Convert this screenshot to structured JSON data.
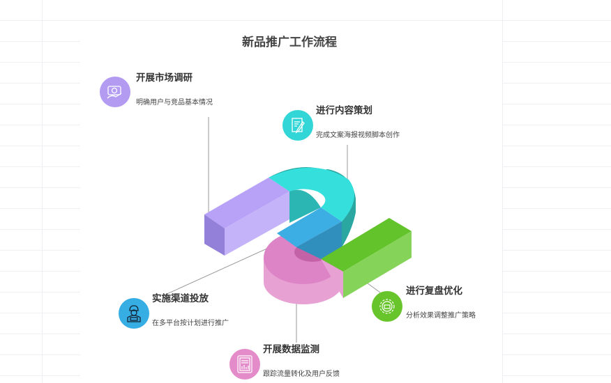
{
  "title": "新品推广工作流程",
  "steps": [
    {
      "title": "开展市场调研",
      "desc": "明确用户与竞品基本情况",
      "color": "#b39bf2",
      "icon": "camera-hand-icon"
    },
    {
      "title": "进行内容策划",
      "desc": "完成文案海报视频脚本创作",
      "color": "#33d6d6",
      "icon": "document-pen-icon"
    },
    {
      "title": "实施渠道投放",
      "desc": "在多平台按计划进行推广",
      "color": "#36ade3",
      "icon": "worker-icon"
    },
    {
      "title": "开展数据监测",
      "desc": "跟踪流量转化及用户反馈",
      "color": "#e48cc9",
      "icon": "data-report-icon"
    },
    {
      "title": "进行复盘优化",
      "desc": "分析效果调整推广策略",
      "color": "#68c42b",
      "icon": "gear-icon"
    }
  ]
}
